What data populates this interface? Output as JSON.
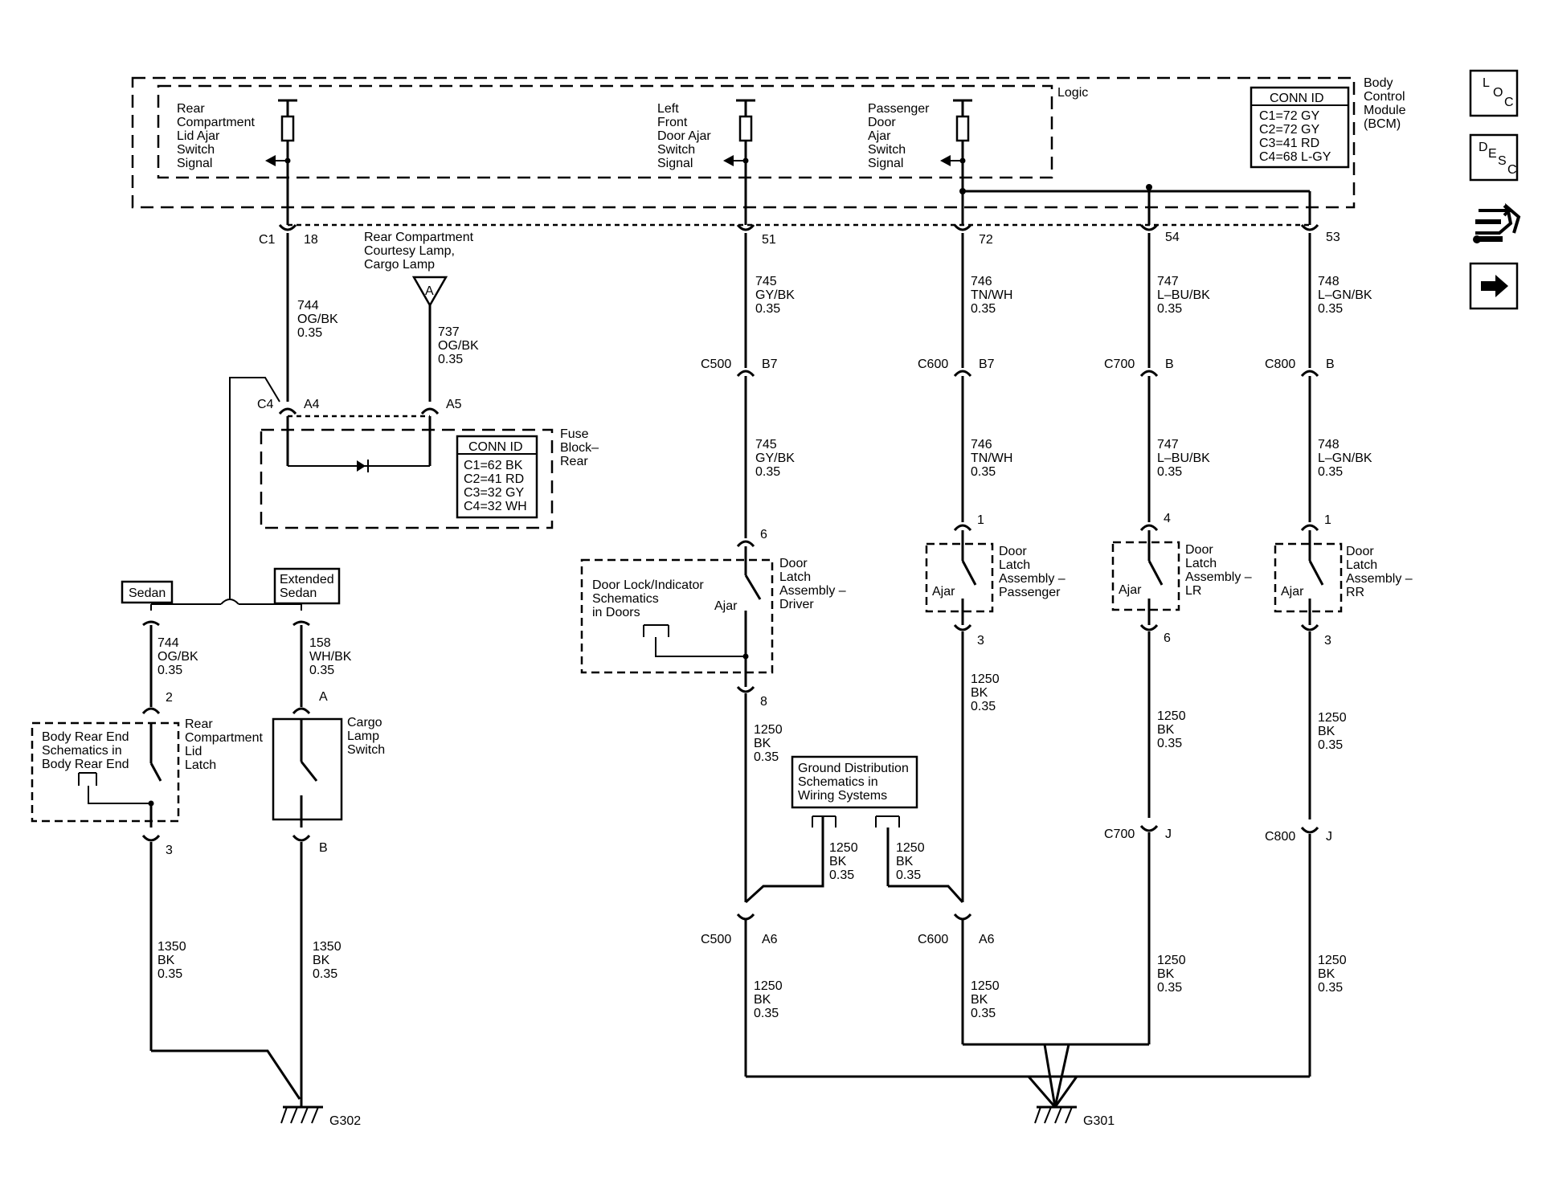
{
  "modules": {
    "bcm_name": [
      "Body",
      "Control",
      "Module",
      "(BCM)"
    ],
    "bcm_logic": "Logic",
    "bcm_conn_title": "CONN ID",
    "bcm_conn": [
      "C1=72 GY",
      "C2=72 GY",
      "C3=41 RD",
      "C4=68 L-GY"
    ],
    "fuse_name": [
      "Fuse",
      "Block–",
      "Rear"
    ],
    "fuse_conn_title": "CONN ID",
    "fuse_conn": [
      "C1=62 BK",
      "C2=41 RD",
      "C3=32 GY",
      "C4=32 WH"
    ]
  },
  "bcm_signals": {
    "rear": [
      "Rear",
      "Compartment",
      "Lid Ajar",
      "Switch",
      "Signal"
    ],
    "left": [
      "Left",
      "Front",
      "Door Ajar",
      "Switch",
      "Signal"
    ],
    "pass": [
      "Passenger",
      "Door",
      "Ajar",
      "Switch",
      "Signal"
    ]
  },
  "connectors": {
    "c1": "C1",
    "p18": "18",
    "p51": "51",
    "p72": "72",
    "p54": "54",
    "p53": "53",
    "c4": "C4",
    "a4": "A4",
    "a5": "A5",
    "c500_top": "C500",
    "b7_500": "B7",
    "c600_top": "C600",
    "b7_600": "B7",
    "c700_top": "C700",
    "b_700": "B",
    "c800_top": "C800",
    "b_800": "B",
    "p6_drv": "6",
    "p8_drv": "8",
    "p1_pass": "1",
    "p3_pass": "3",
    "p4_lr": "4",
    "p6_lr": "6",
    "p1_rr": "1",
    "p3_rr": "3",
    "c700_bot": "C700",
    "j_700": "J",
    "c800_bot": "C800",
    "j_800": "J",
    "c500_bot": "C500",
    "a6_500": "A6",
    "c600_bot": "C600",
    "a6_600": "A6",
    "p2_lid": "2",
    "p3_lid": "3",
    "pa_cargo": "A",
    "pb_cargo": "B"
  },
  "wires": {
    "w744": [
      "744",
      "OG/BK",
      "0.35"
    ],
    "w737": [
      "737",
      "OG/BK",
      "0.35"
    ],
    "w745a": [
      "745",
      "GY/BK",
      "0.35"
    ],
    "w746a": [
      "746",
      "TN/WH",
      "0.35"
    ],
    "w747a": [
      "747",
      "L–BU/BK",
      "0.35"
    ],
    "w748a": [
      "748",
      "L–GN/BK",
      "0.35"
    ],
    "w745b": [
      "745",
      "GY/BK",
      "0.35"
    ],
    "w746b": [
      "746",
      "TN/WH",
      "0.35"
    ],
    "w747b": [
      "747",
      "L–BU/BK",
      "0.35"
    ],
    "w748b": [
      "748",
      "L–GN/BK",
      "0.35"
    ],
    "w744b": [
      "744",
      "OG/BK",
      "0.35"
    ],
    "w158": [
      "158",
      "WH/BK",
      "0.35"
    ],
    "w1250_pass": [
      "1250",
      "BK",
      "0.35"
    ],
    "w1250_lr": [
      "1250",
      "BK",
      "0.35"
    ],
    "w1250_rr": [
      "1250",
      "BK",
      "0.35"
    ],
    "w1250_drv": [
      "1250",
      "BK",
      "0.35"
    ],
    "w1250_g1": [
      "1250",
      "BK",
      "0.35"
    ],
    "w1250_g2": [
      "1250",
      "BK",
      "0.35"
    ],
    "w1250_c500": [
      "1250",
      "BK",
      "0.35"
    ],
    "w1250_c600": [
      "1250",
      "BK",
      "0.35"
    ],
    "w1250_c700": [
      "1250",
      "BK",
      "0.35"
    ],
    "w1250_c800": [
      "1250",
      "BK",
      "0.35"
    ],
    "w1350_a": [
      "1350",
      "BK",
      "0.35"
    ],
    "w1350_b": [
      "1350",
      "BK",
      "0.35"
    ]
  },
  "components": {
    "courtesy": [
      "Rear Compartment",
      "Courtesy Lamp,",
      "Cargo Lamp"
    ],
    "ref_a": "A",
    "sedan": "Sedan",
    "ext_sedan": [
      "Extended",
      "Sedan"
    ],
    "door_lock_ref": [
      "Door Lock/Indicator",
      "Schematics",
      "in Doors"
    ],
    "driver_latch": [
      "Door",
      "Latch",
      "Assembly –",
      "Driver"
    ],
    "pass_latch": [
      "Door",
      "Latch",
      "Assembly –",
      "Passenger"
    ],
    "lr_latch": [
      "Door",
      "Latch",
      "Assembly –",
      "LR"
    ],
    "rr_latch": [
      "Door",
      "Latch",
      "Assembly –",
      "RR"
    ],
    "ajar": "Ajar",
    "body_ref": [
      "Body Rear End",
      "Schematics in",
      "Body Rear End"
    ],
    "lid_latch": [
      "Rear",
      "Compartment",
      "Lid",
      "Latch"
    ],
    "cargo_switch": [
      "Cargo",
      "Lamp",
      "Switch"
    ],
    "ground_ref": [
      "Ground Distribution",
      "Schematics in",
      "Wiring Systems"
    ],
    "g302": "G302",
    "g301": "G301"
  },
  "nav": {
    "loc": [
      "L",
      "O",
      "C"
    ],
    "desc": [
      "D",
      "E",
      "S",
      "C"
    ],
    "conn_icon": "connector-icon",
    "next_icon": "arrow-right-icon"
  }
}
